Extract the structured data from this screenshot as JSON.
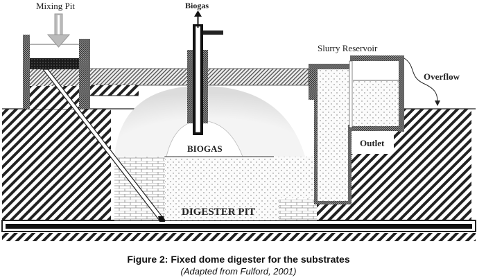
{
  "figure": {
    "labels": {
      "mixing_pit": "Mixing Pit",
      "biogas_outlet": "Biogas",
      "slurry_reservoir": "Slurry Reservoir",
      "overflow": "Overflow",
      "biogas_dome": "BIOGAS",
      "outlet": "Outlet",
      "digester_pit": "DIGESTER PIT"
    },
    "caption": {
      "title": "Figure 2: Fixed dome digester for the substrates",
      "subtitle": "(Adapted from Fulford, 2001)"
    }
  }
}
